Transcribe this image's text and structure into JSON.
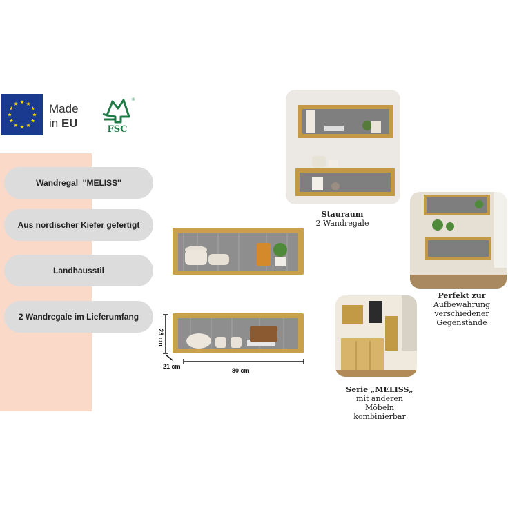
{
  "badges": {
    "made_in_line1": "Made",
    "made_in_line2_prefix": "in ",
    "made_in_line2_bold": "EU",
    "fsc_label": "FSC",
    "fsc_registered": "®"
  },
  "features": [
    {
      "label": "Wandregal  ''MELISS''"
    },
    {
      "label": "Aus nordischer Kiefer gefertigt"
    },
    {
      "label": "Landhausstil"
    },
    {
      "label": "2 Wandregale im Lieferumfang"
    }
  ],
  "dimensions": {
    "height": "23 cm",
    "depth": "21 cm",
    "width": "80 cm"
  },
  "captions": {
    "stauraum_title": "Stauraum",
    "stauraum_sub": "2 Wandregale",
    "perfekt_title": "Perfekt zur",
    "perfekt_line2": "Aufbewahrung",
    "perfekt_line3": "verschiedener",
    "perfekt_line4": "Gegenstände",
    "serie_title": "Serie „MELISS„",
    "serie_line2": "mit anderen",
    "serie_line3": "Möbeln",
    "serie_line4": "kombinierbar"
  },
  "colors": {
    "peach": "#fbd9c8",
    "pill": "#dcdcdc",
    "wood": "#c9a14a",
    "eu_blue": "#1a3a8f",
    "eu_star": "#f5d000",
    "fsc_green": "#1f7a45"
  }
}
